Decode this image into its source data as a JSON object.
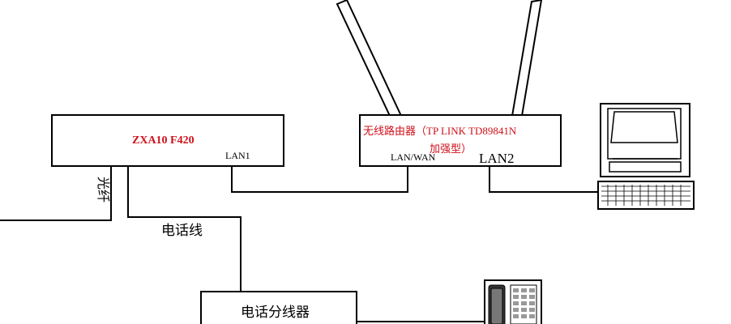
{
  "onu": {
    "model": "ZXA10  F420",
    "port_label": "LAN1"
  },
  "router": {
    "title_line1": "无线路由器（TP LINK TD89841N",
    "title_line2": "加强型）",
    "wan_label": "LAN/WAN",
    "lan2_label": "LAN2"
  },
  "cables": {
    "fiber_label": "光纤",
    "phone_line_label": "电话线"
  },
  "splitter": {
    "label": "电话分线器"
  },
  "colors": {
    "device_text": "#d0101a",
    "line": "#000000"
  }
}
